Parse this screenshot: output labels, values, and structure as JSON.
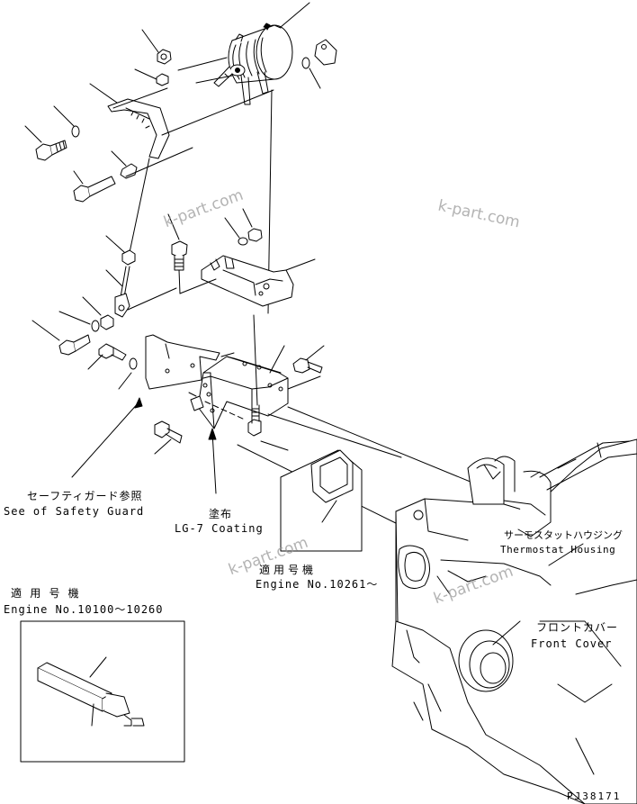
{
  "labels": {
    "safety_guard_jp": "セーフティガード参照",
    "safety_guard_en": "See of Safety Guard",
    "coating_jp": "塗布",
    "coating_en": "LG-7 Coating",
    "engine_no_1_jp": "適用号機",
    "engine_no_1_en": "Engine No.10261～",
    "thermostat_jp": "サーモスタットハウジング",
    "thermostat_en": "Thermostat Housing",
    "front_cover_jp": "フロントカバー",
    "front_cover_en": "Front Cover",
    "engine_no_2_jp": "適 用 号 機",
    "engine_no_2_en": "Engine No.10100～10260",
    "drawing_code": "PJ38171"
  },
  "watermark": "k-part.com"
}
